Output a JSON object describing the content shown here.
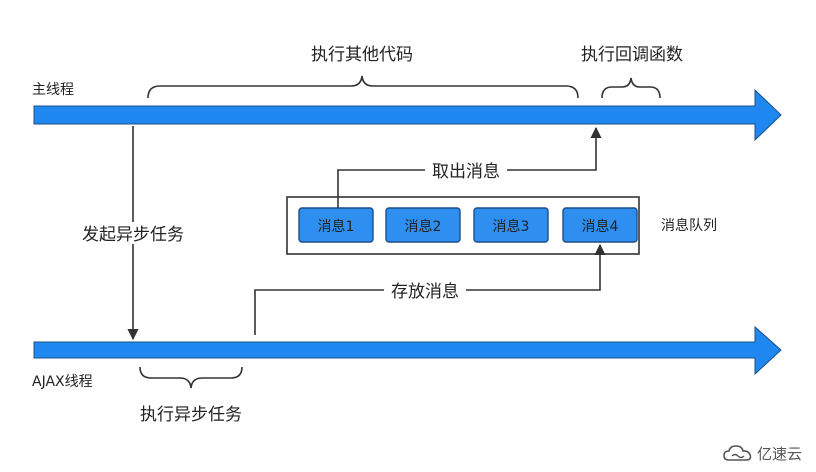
{
  "threads": {
    "main_label": "主线程",
    "ajax_label": "AJAX线程"
  },
  "braces": {
    "other_code": "执行其他代码",
    "callback": "执行回调函数",
    "async_exec": "执行异步任务"
  },
  "arrows": {
    "start_async": "发起异步任务",
    "take_message": "取出消息",
    "store_message": "存放消息"
  },
  "queue": {
    "label": "消息队列",
    "messages": [
      "消息1",
      "消息2",
      "消息3",
      "消息4"
    ]
  },
  "watermark": {
    "text": "亿速云",
    "icon": "cloud-logo-icon"
  },
  "colors": {
    "arrow_fill": "#1e88f0",
    "arrow_stroke": "#1b4f8a",
    "message_fill": "#2f8ff0",
    "line": "#333333"
  }
}
